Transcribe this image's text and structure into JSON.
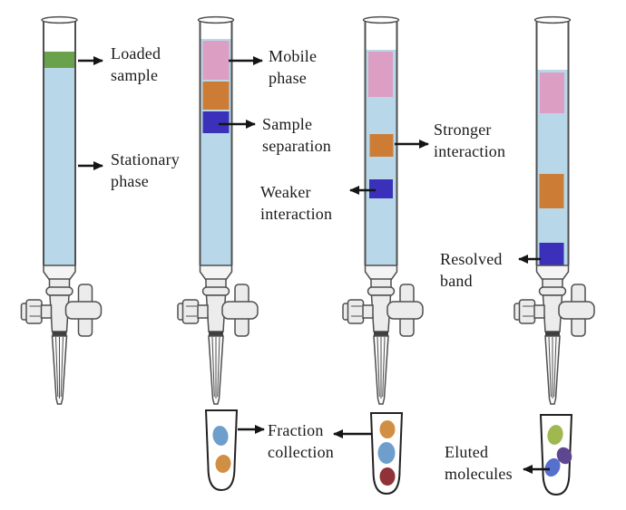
{
  "labels": {
    "loaded_sample": "Loaded\nsample",
    "stationary_phase": "Stationary\nphase",
    "mobile_phase": "Mobile\nphase",
    "sample_separation": "Sample\nseparation",
    "weaker_interaction": "Weaker\ninteraction",
    "stronger_interaction": "Stronger\ninteraction",
    "resolved_band": "Resolved\nband",
    "fraction_collection": "Fraction\ncollection",
    "eluted_molecules": "Eluted\nmolecules"
  },
  "colors": {
    "stationary_phase_blue": "#b8d8ea",
    "loaded_sample_green": "#69a24a",
    "band_pink": "#dc9ec2",
    "band_orange": "#cd7c35",
    "band_blue": "#3a30ba",
    "drop_blue": "#6e9ecb",
    "drop_orange": "#d18f44",
    "drop_dark_red": "#8f3338",
    "drop_olive_green": "#9fb84f",
    "drop_purple": "#5f4690",
    "drop_violet_blue": "#5570cd",
    "arrow_black": "#151515"
  }
}
